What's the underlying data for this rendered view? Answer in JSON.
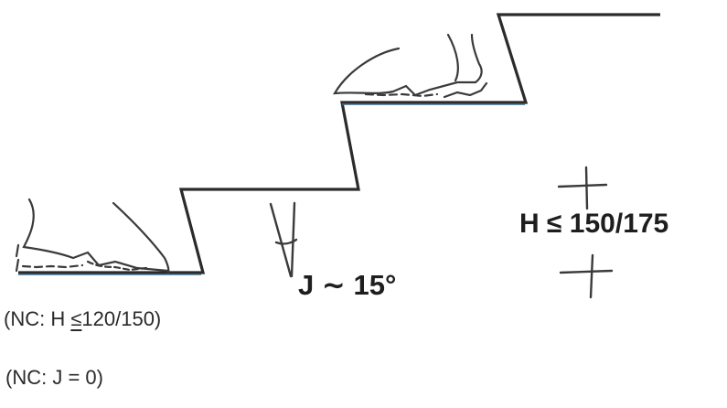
{
  "riser_height_label": {
    "prefix": "H ",
    "symbol": "≤",
    "value": " 150/175"
  },
  "riser_angle_label": {
    "prefix": "J ",
    "symbol": "∼",
    "value": " 15°"
  },
  "note_height": {
    "open": "(NC: H ",
    "symbol": "≤",
    "value": "120/150)"
  },
  "note_angle": "(NC: J = 0)",
  "colors": {
    "ink": "#2b2b2b",
    "accent": "#3f6f8f"
  }
}
